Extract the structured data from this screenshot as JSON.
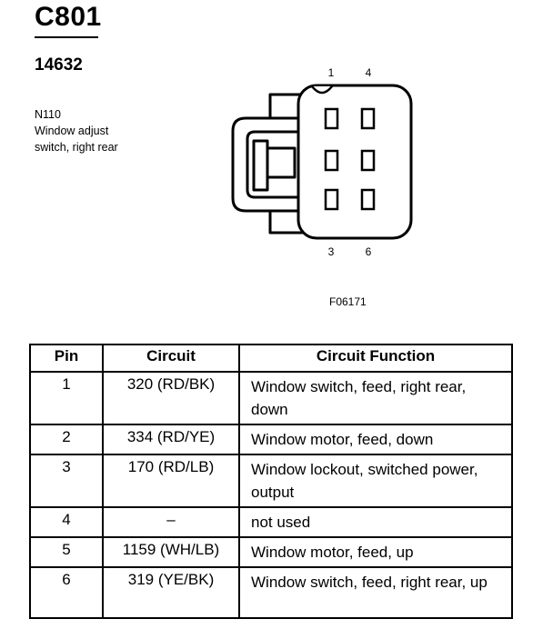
{
  "header": {
    "connector_id": "C801",
    "part_number": "14632",
    "component_code": "N110",
    "component_name_line1": "Window adjust",
    "component_name_line2": "switch, right rear"
  },
  "diagram": {
    "pin_labels_top": [
      "1",
      "4"
    ],
    "pin_labels_bottom": [
      "3",
      "6"
    ],
    "figure_id": "F06171"
  },
  "table": {
    "headers": [
      "Pin",
      "Circuit",
      "Circuit Function"
    ],
    "rows": [
      {
        "pin": "1",
        "circuit": "320 (RD/BK)",
        "function": "Window switch, feed, right rear, down"
      },
      {
        "pin": "2",
        "circuit": "334 (RD/YE)",
        "function": "Window motor, feed, down"
      },
      {
        "pin": "3",
        "circuit": "170 (RD/LB)",
        "function": "Window lockout, switched power, output"
      },
      {
        "pin": "4",
        "circuit": "–",
        "function": "not used"
      },
      {
        "pin": "5",
        "circuit": "1159 (WH/LB)",
        "function": "Window motor, feed, up"
      },
      {
        "pin": "6",
        "circuit": "319 (YE/BK)",
        "function": "Window switch, feed, right rear, up"
      }
    ]
  }
}
